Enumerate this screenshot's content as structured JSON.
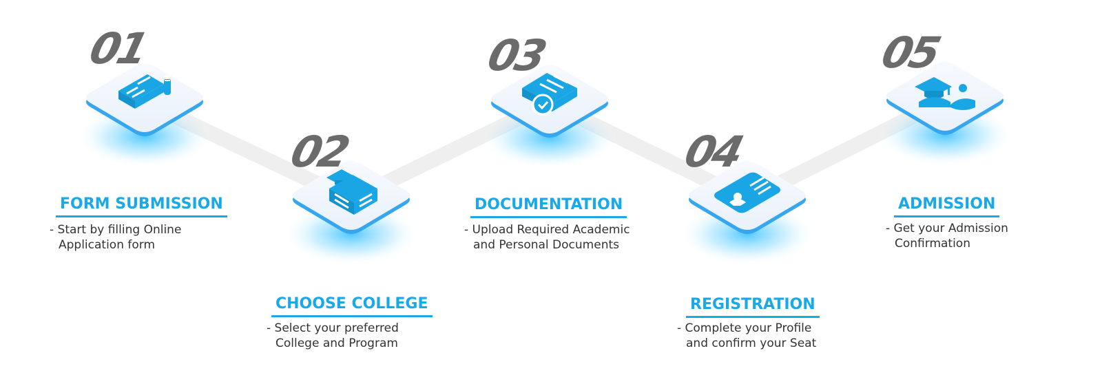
{
  "steps": [
    {
      "number": "01",
      "title": "FORM SUBMISSION",
      "desc_line1": "- Start by filling Online",
      "desc_line2": "Application form",
      "icon": "form-document-icon"
    },
    {
      "number": "02",
      "title": "CHOOSE COLLEGE",
      "desc_line1": "- Select your preferred",
      "desc_line2": "College and Program",
      "icon": "college-building-icon"
    },
    {
      "number": "03",
      "title": "DOCUMENTATION",
      "desc_line1": "- Upload Required Academic",
      "desc_line2": "and Personal Documents",
      "icon": "certificate-document-icon"
    },
    {
      "number": "04",
      "title": "REGISTRATION",
      "desc_line1": "- Complete your Profile",
      "desc_line2": "and confirm your Seat",
      "icon": "id-card-icon"
    },
    {
      "number": "05",
      "title": "ADMISSION",
      "desc_line1": "- Get your Admission",
      "desc_line2": "Confirmation",
      "icon": "graduate-student-icon"
    }
  ],
  "colors": {
    "accent": "#19a9e8",
    "tile": "#eef4fb",
    "tile_edge": "#36a7ee",
    "number": "#6b6b6b",
    "connector": "#f0f0f0",
    "text": "#333333"
  }
}
